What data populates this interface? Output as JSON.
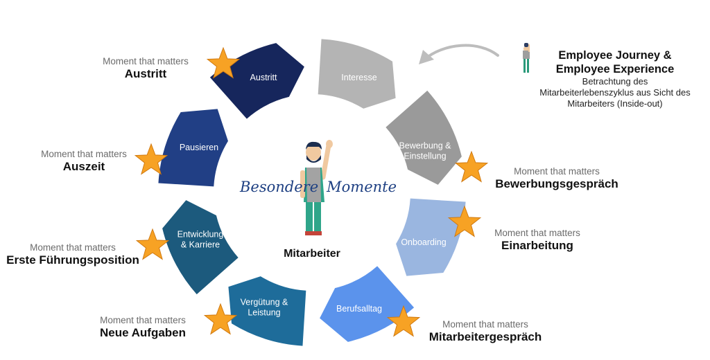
{
  "segments": [
    {
      "id": "interesse",
      "label": [
        "Interesse"
      ],
      "color": "#b4b4b4"
    },
    {
      "id": "bewerbung",
      "label": [
        "Bewerbung &",
        "Einstellung"
      ],
      "color": "#9a9a9a"
    },
    {
      "id": "onboarding",
      "label": [
        "Onboarding"
      ],
      "color": "#9ab6e0"
    },
    {
      "id": "berufsalltag",
      "label": [
        "Berufsalltag"
      ],
      "color": "#5b93ec"
    },
    {
      "id": "verguetung",
      "label": [
        "Vergütung &",
        "Leistung"
      ],
      "color": "#1e6c9a"
    },
    {
      "id": "entwicklung",
      "label": [
        "Entwicklung",
        "& Karriere"
      ],
      "color": "#1c5a7d"
    },
    {
      "id": "pausieren",
      "label": [
        "Pausieren"
      ],
      "color": "#213f85"
    },
    {
      "id": "austritt",
      "label": [
        "Austritt"
      ],
      "color": "#16265c"
    }
  ],
  "moments": {
    "prefix": "Moment that matters",
    "items": [
      {
        "id": "bewerbungsgespraech",
        "name": "Bewerbungsgespräch"
      },
      {
        "id": "einarbeitung",
        "name": "Einarbeitung"
      },
      {
        "id": "mitarbeitergespraech",
        "name": "Mitarbeitergespräch"
      },
      {
        "id": "neue-aufgaben",
        "name": "Neue Aufgaben"
      },
      {
        "id": "erste-fuehrungsposition",
        "name": "Erste Führungsposition"
      },
      {
        "id": "auszeit",
        "name": "Auszeit"
      },
      {
        "id": "austritt",
        "name": "Austritt"
      }
    ]
  },
  "center": {
    "title_left": "Besondere",
    "title_right": "Momente",
    "subtitle": "Mitarbeiter"
  },
  "journey": {
    "title_line1": "Employee Journey &",
    "title_line2": "Employee Experience",
    "desc_line1": "Betrachtung des",
    "desc_line2": "Mitarbeiterlebenszyklus aus Sicht des",
    "desc_line3": "Mitarbeiters (Inside-out)"
  },
  "colors": {
    "star": "#f7a224",
    "star_stroke": "#d07a12",
    "arrow": "#bdbdbd"
  }
}
